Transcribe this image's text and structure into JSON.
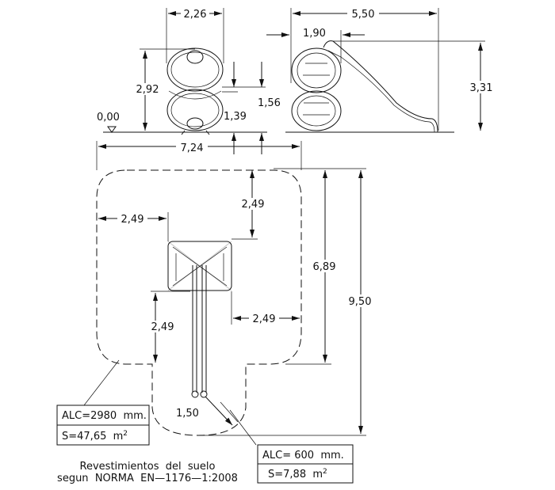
{
  "front_view": {
    "width": "2,26",
    "height": "2,92",
    "dim_1": "1,56",
    "dim_2": "1,39",
    "ground_level": "0,00"
  },
  "side_view": {
    "length": "5,50",
    "offset": "1,90",
    "height": "3,31"
  },
  "plan_view": {
    "width": "7,24",
    "depth_total": "9,50",
    "depth_main": "6,89",
    "clearance_top": "2,49",
    "clearance_left": "2,49",
    "clearance_right": "2,49",
    "clearance_bottom": "2,49",
    "slide_radius": "1,50"
  },
  "zone_main": {
    "alc": "ALC=2980  mm.",
    "s": "S=47,65  m",
    "s_sup": "2"
  },
  "zone_slide": {
    "alc": "ALC= 600  mm.",
    "s": "S=7,88  m",
    "s_sup": "2"
  },
  "caption": {
    "line1": "Revestimientos  del  suelo",
    "line2": "segun  NORMA  EN—1176—1:2008"
  }
}
